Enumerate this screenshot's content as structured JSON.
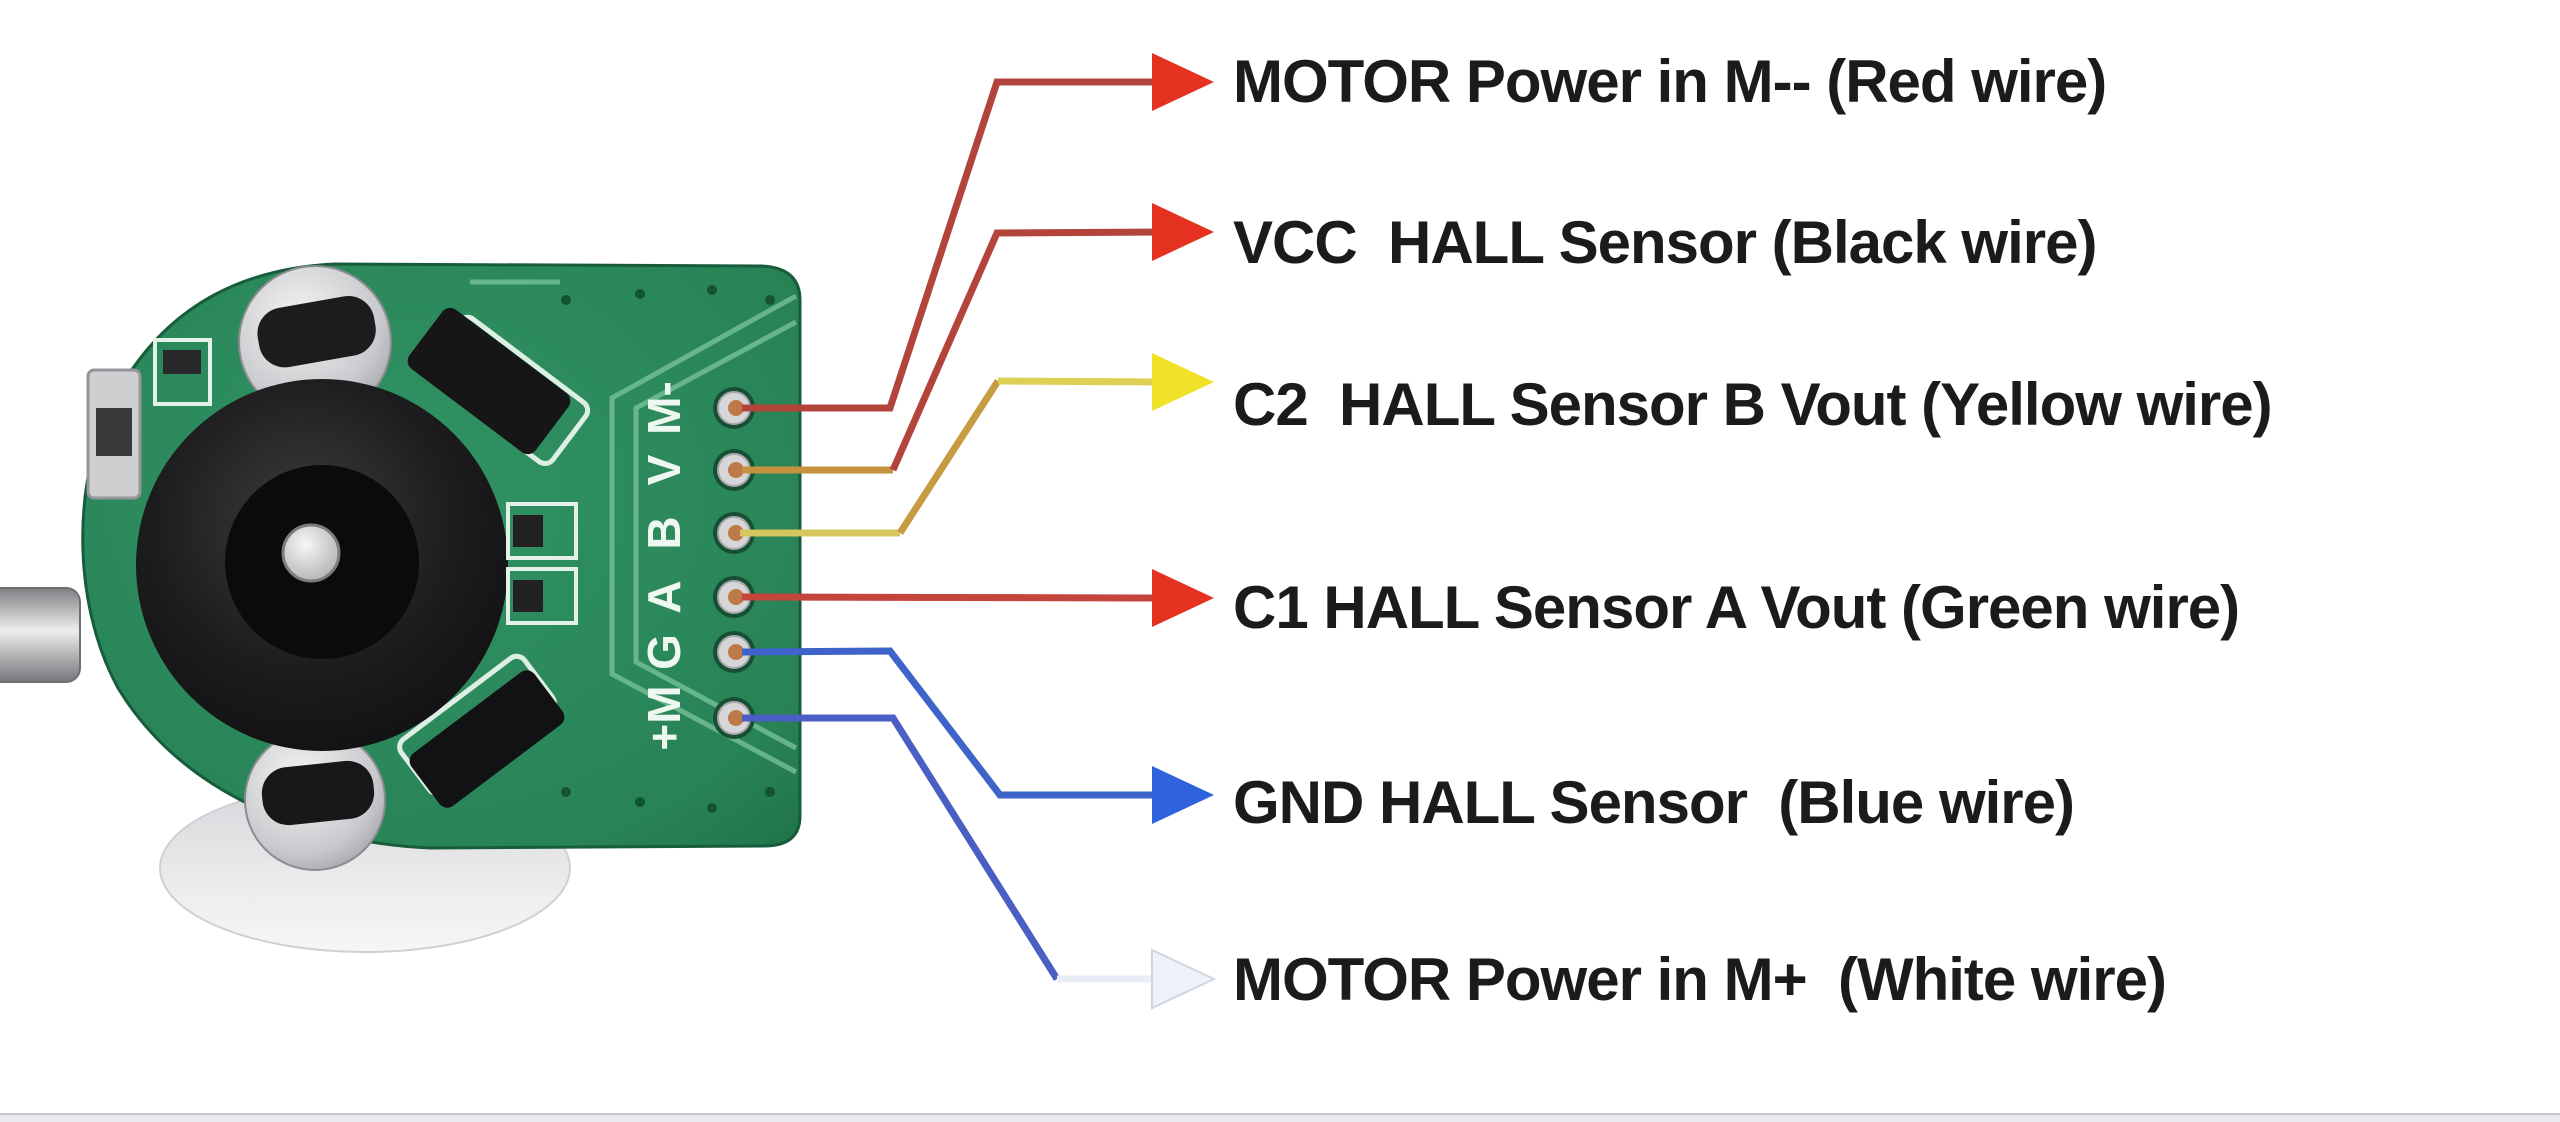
{
  "page": {
    "background": "#ffffff"
  },
  "pcb": {
    "board_color": "#2c8a5c",
    "silkscreen_color": "#eef8f1",
    "pins_top_to_bottom": [
      "M-",
      "V",
      "B",
      "A",
      "G",
      "+M"
    ]
  },
  "wires": [
    {
      "pin": "M-",
      "label": "MOTOR Power in M-- (Red wire)",
      "wire_color_name": "Red",
      "line_color": "#b2443c",
      "arrow_color": "#e5311f"
    },
    {
      "pin": "V",
      "label": "VCC  HALL Sensor (Black wire)",
      "wire_color_name": "Black",
      "stub_color": "#c6923f",
      "line_color": "#b2443c",
      "arrow_color": "#e5311f"
    },
    {
      "pin": "B",
      "label": "C2  HALL Sensor B Vout (Yellow wire)",
      "wire_color_name": "Yellow",
      "stub_color": "#d6c65f",
      "diag_color": "#c79b41",
      "line_color": "#decf55",
      "arrow_color": "#f0e228"
    },
    {
      "pin": "A",
      "label": "C1 HALL Sensor A Vout (Green wire)",
      "wire_color_name": "Green",
      "line_color": "#c4453c",
      "arrow_color": "#e5311f"
    },
    {
      "pin": "G",
      "label": "GND HALL Sensor  (Blue wire)",
      "wire_color_name": "Blue",
      "line_color": "#3e63c9",
      "arrow_color": "#2f63dd"
    },
    {
      "pin": "+M",
      "label": "MOTOR Power in M+  (White wire)",
      "wire_color_name": "White",
      "line_color": "#4b5ec3",
      "end_color": "#e8eef5",
      "arrow_color": "#edf2f9",
      "arrow_edge_color": "#ccd6e2"
    }
  ]
}
